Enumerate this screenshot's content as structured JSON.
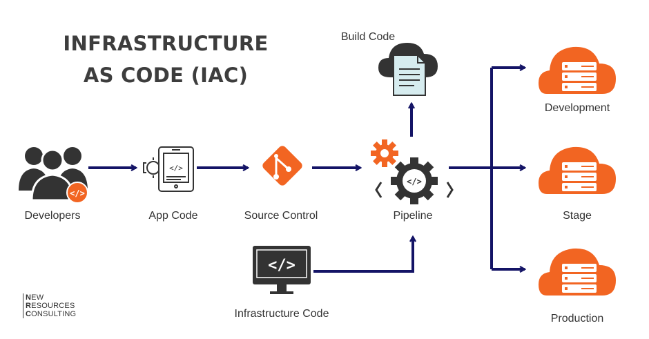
{
  "title": {
    "line1": "INFRASTRUCTURE",
    "line2": "AS CODE (IAC)"
  },
  "nodes": {
    "developers": "Developers",
    "app_code": "App Code",
    "source_control": "Source Control",
    "pipeline": "Pipeline",
    "build_code": "Build Code",
    "infrastructure_code": "Infrastructure Code",
    "development": "Development",
    "stage": "Stage",
    "production": "Production"
  },
  "logo": {
    "line1_initial": "N",
    "line1_rest": "EW",
    "line2_initial": "R",
    "line2_rest": "ESOURCES",
    "line3_initial": "C",
    "line3_rest": "ONSULTING"
  },
  "colors": {
    "arrow": "#141466",
    "accent": "#f26522",
    "icon_dark": "#333333"
  },
  "icons": [
    "developers-icon",
    "app-code-icon",
    "git-icon",
    "gears-icon",
    "cloud-document-icon",
    "terminal-monitor-icon",
    "cloud-server-icon"
  ]
}
